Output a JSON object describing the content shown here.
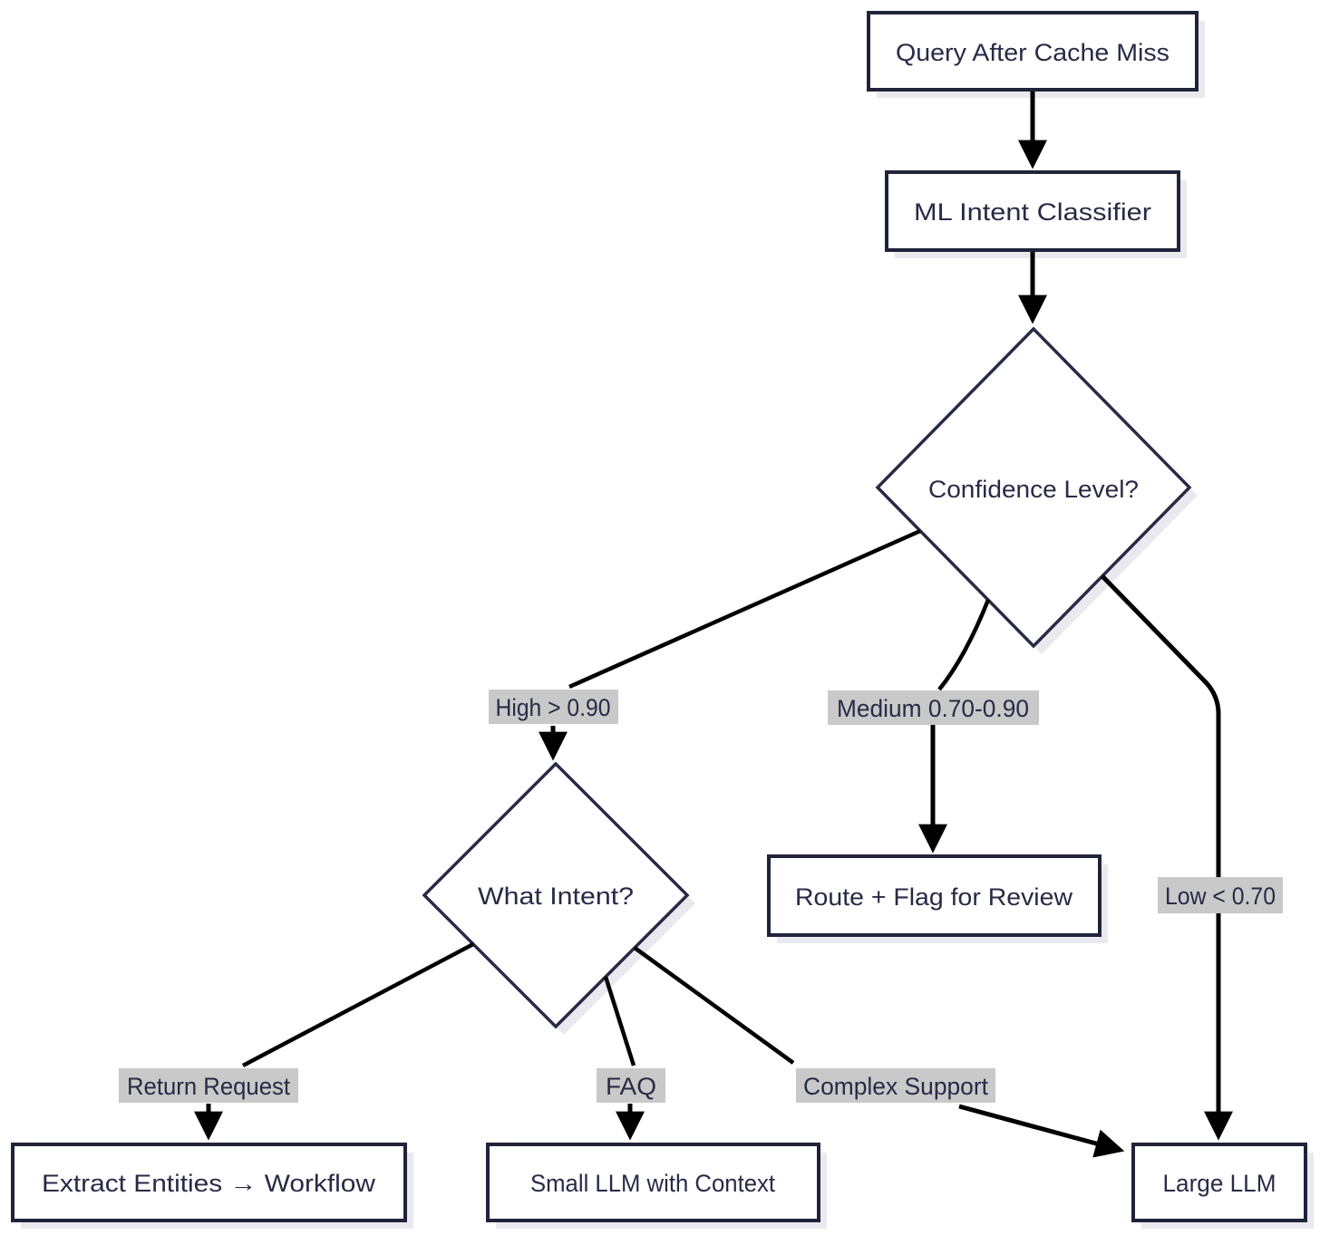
{
  "diagram": {
    "type": "flowchart",
    "background": "#ffffff",
    "colors": {
      "node_border": "#20243a",
      "node_fill": "#ffffff",
      "node_text": "#272b45",
      "edge": "#000000",
      "edge_label_background": "#c9c9c9",
      "node_shadow": "#e9e9ef"
    },
    "nodes": {
      "query": {
        "label": "Query After Cache Miss",
        "shape": "box"
      },
      "classifier": {
        "label": "ML Intent Classifier",
        "shape": "box"
      },
      "confidence": {
        "label": "Confidence Level?",
        "shape": "diamond"
      },
      "intent": {
        "label": "What Intent?",
        "shape": "diamond"
      },
      "route_review": {
        "label": "Route + Flag for Review",
        "shape": "box"
      },
      "extract": {
        "label": "Extract Entities → Workflow",
        "shape": "box"
      },
      "small_llm": {
        "label": "Small LLM with Context",
        "shape": "box"
      },
      "large_llm": {
        "label": "Large LLM",
        "shape": "box"
      }
    },
    "edges": [
      {
        "from": "Query After Cache Miss",
        "to": "ML Intent Classifier",
        "label": ""
      },
      {
        "from": "ML Intent Classifier",
        "to": "Confidence Level?",
        "label": ""
      },
      {
        "from": "Confidence Level?",
        "to": "What Intent?",
        "label": "High > 0.90"
      },
      {
        "from": "Confidence Level?",
        "to": "Route + Flag for Review",
        "label": "Medium 0.70-0.90"
      },
      {
        "from": "Confidence Level?",
        "to": "Large LLM",
        "label": "Low < 0.70"
      },
      {
        "from": "What Intent?",
        "to": "Extract Entities → Workflow",
        "label": "Return Request"
      },
      {
        "from": "What Intent?",
        "to": "Small LLM with Context",
        "label": "FAQ"
      },
      {
        "from": "What Intent?",
        "to": "Large LLM",
        "label": "Complex Support"
      }
    ]
  }
}
